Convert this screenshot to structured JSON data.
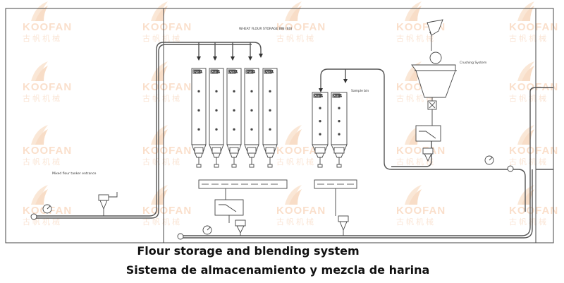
{
  "watermark": {
    "brand": "KOOFAN",
    "chinese": "古帆机械"
  },
  "labels": {
    "wheat_flour_storage": "WHEAT FLOUR STORAGE BIN (6X)",
    "mixed_flour_entrance": "Mixed flour tanker entrance",
    "sample": "Sample bin",
    "crushing": "Crushing System",
    "bin_tag": "QTS1"
  },
  "captions": {
    "english": "Flour storage and blending system",
    "spanish": "Sistema de almacenamiento y mezcla de harina"
  }
}
